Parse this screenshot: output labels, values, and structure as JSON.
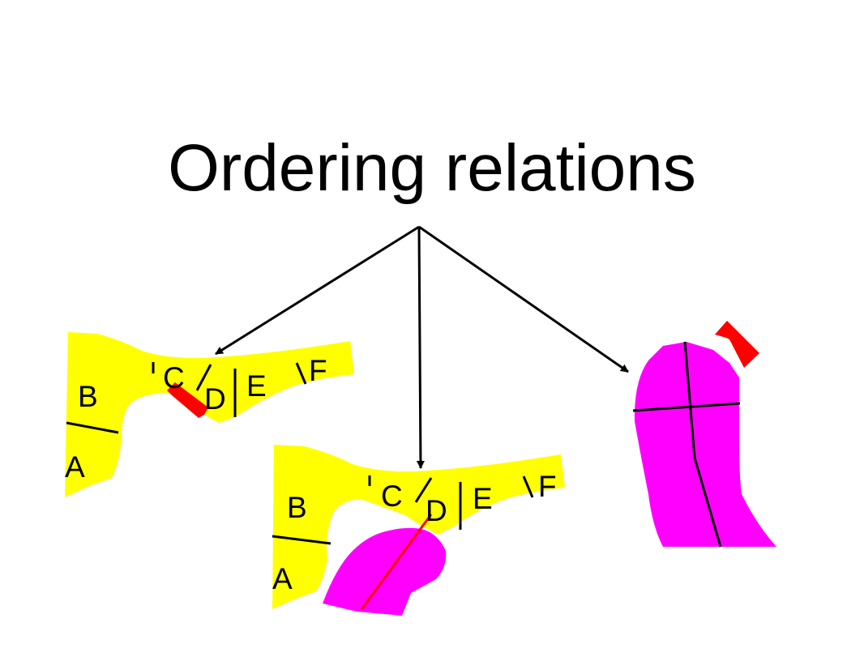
{
  "title": "Ordering relations",
  "colors": {
    "background": "#ffffff",
    "yellow_region": "#ffff00",
    "magenta_region": "#ff00ff",
    "red_marker": "#ff0000",
    "lines": "#000000"
  },
  "icons": [
    "arrow-left",
    "arrow-down",
    "arrow-right"
  ],
  "left_figure": {
    "labels": [
      "A",
      "B",
      "C",
      "D",
      "E",
      "F"
    ]
  },
  "middle_figure": {
    "labels": [
      "A",
      "B",
      "C",
      "D",
      "E",
      "F"
    ]
  },
  "right_figure": {
    "labels": []
  }
}
